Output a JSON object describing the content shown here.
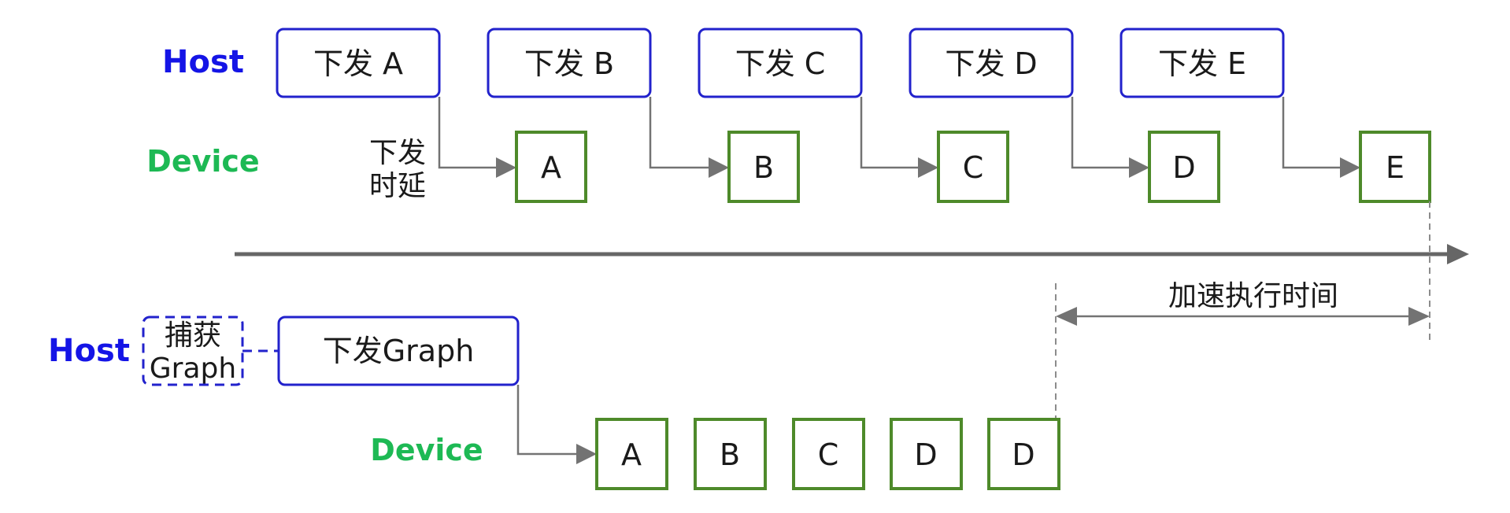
{
  "colors": {
    "host_label": "#1414e6",
    "device_label": "#1db954",
    "host_box_border": "#2222cc",
    "device_box_border": "#4e8a2a",
    "connector": "#737373"
  },
  "top": {
    "host_label": "Host",
    "device_label": "Device",
    "latency_label_line1": "下发",
    "latency_label_line2": "时延",
    "host_boxes": [
      "下发 A",
      "下发 B",
      "下发 C",
      "下发 D",
      "下发 E"
    ],
    "device_boxes": [
      "A",
      "B",
      "C",
      "D",
      "E"
    ]
  },
  "bottom": {
    "host_label": "Host",
    "device_label": "Device",
    "capture_label_line1": "捕获",
    "capture_label_line2": "Graph",
    "launch_graph_label": "下发Graph",
    "device_boxes": [
      "A",
      "B",
      "C",
      "D",
      "D"
    ],
    "speedup_label": "加速执行时间"
  }
}
